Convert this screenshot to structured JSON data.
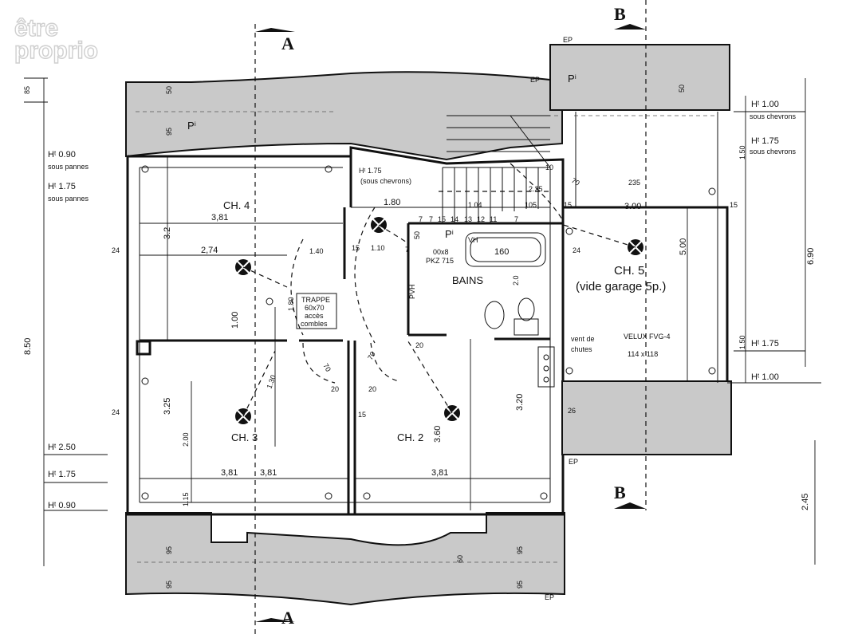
{
  "watermark": {
    "line1": "être",
    "line2": "proprio"
  },
  "sections": {
    "a_top": "A",
    "a_bottom": "A",
    "b_top": "B",
    "b_bottom": "B"
  },
  "rooms": {
    "ch4": "CH. 4",
    "ch3": "CH. 3",
    "ch2": "CH. 2",
    "ch5": "CH. 5",
    "ch5_sub": "(vide garage 5p.)",
    "bains": "BAINS"
  },
  "trappe": {
    "l1": "TRAPPE",
    "l2": "60x70",
    "l3": "accès",
    "l4": "combles"
  },
  "left_heights": {
    "h090": "Hᵗ 0.90",
    "sous_pannes_1": "sous pannes",
    "h175": "Hᵗ 1.75",
    "sous_pannes_2": "sous pannes",
    "h250": "Hᵗ 2.50",
    "h175b": "Hᵗ 1.75",
    "h090b": "Hᵗ 0.90"
  },
  "right_heights": {
    "h100": "Hᵗ 1.00",
    "sous_chevrons_1": "sous chevrons",
    "h175": "Hᵗ 1.75",
    "sous_chevrons_2": "sous chevrons",
    "h175b": "Hᵗ 1.75",
    "h100b": "Hᵗ 1.00"
  },
  "ch4_note": {
    "h": "Hᵗ 1.75",
    "sub": "(sous chevrons)"
  },
  "velux": {
    "name": "VELUX FVG-4",
    "size": "114 x 118"
  },
  "vent": {
    "l1": "vent de",
    "l2": "chutes"
  },
  "bath": {
    "tub": "160",
    "vh": "VH",
    "pi": "Pⁱ",
    "pkz": "PKZ 715",
    "vent": "00x8",
    "pvh": "PVH"
  },
  "roof_labels": {
    "pi1": "Pⁱ",
    "pi2": "Pⁱ"
  },
  "ep": {
    "e1": "EP",
    "e2": "EP",
    "e3": "EP",
    "e4": "EP"
  },
  "dims": {
    "d85": "85",
    "d850": "8.50",
    "d690": "6.90",
    "d245": "2.45",
    "d381_ch4": "3,81",
    "d274": "2,74",
    "d381_ch3a": "3,81",
    "d381_ch3b": "3,81",
    "d381_ch2": "3,81",
    "d32": "3.2",
    "d100": "1.00",
    "d325": "3.25",
    "d200": "2.00",
    "d115": "1.15",
    "d360": "3.60",
    "d320": "3.20",
    "d500": "5.00",
    "d300": "3.00",
    "d180": "1.80",
    "d104": "1.04",
    "d105": "105",
    "d110": "1.10",
    "d140": "1.40",
    "d130": "1.30",
    "d180b": "1.80",
    "d150a": "1.50",
    "d150b": "1.50",
    "d24a": "24",
    "d24b": "24",
    "d24c": "24",
    "d26": "26",
    "d15a": "15",
    "d15b": "15",
    "d15c": "15",
    "d15d": "15",
    "d20a": "20",
    "d20b": "20",
    "d20c": "20",
    "d70a": "70",
    "d70b": "70",
    "d70c": "70",
    "d50a": "50",
    "d50b": "50",
    "d50c": "50",
    "d95a": "95",
    "d95b": "95",
    "d95c": "95",
    "d95d": "95",
    "d95e": "95",
    "d60": "60",
    "d10": "10",
    "d225": "2.25",
    "d235": "235",
    "d20w": "2.0",
    "d7a": "7",
    "d7b": "7",
    "d7c": "7",
    "d7d": "7",
    "s15": "15",
    "s14": "14",
    "s13": "13",
    "s12": "12",
    "s11": "11"
  }
}
